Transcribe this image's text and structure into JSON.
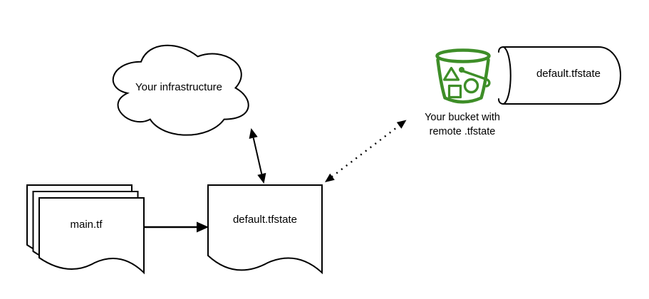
{
  "canvas": {
    "background": "#ffffff",
    "line_color": "#000000",
    "bucket_green": "#3e8e28"
  },
  "nodes": {
    "infrastructure_cloud": {
      "shape": "cloud",
      "label": "Your infrastructure"
    },
    "main_tf_stack": {
      "shape": "document-stack",
      "label": "main.tf"
    },
    "local_state_doc": {
      "shape": "document",
      "label": "default.tfstate"
    },
    "remote_bucket": {
      "shape": "bucket",
      "icon": "s3-bucket-icon",
      "label_line1": "Your bucket with",
      "label_line2": "remote .tfstate"
    },
    "remote_state_cylinder": {
      "shape": "horizontal-cylinder",
      "label": "default.tfstate"
    }
  },
  "edges": [
    {
      "id": "main-to-local",
      "from": "main_tf_stack",
      "to": "local_state_doc",
      "line": "solid",
      "arrows": "one-way"
    },
    {
      "id": "cloud-to-local",
      "from": "infrastructure_cloud",
      "to": "local_state_doc",
      "line": "solid",
      "arrows": "two-way"
    },
    {
      "id": "local-to-bucket",
      "from": "local_state_doc",
      "to": "remote_bucket",
      "line": "dotted",
      "arrows": "two-way"
    }
  ]
}
